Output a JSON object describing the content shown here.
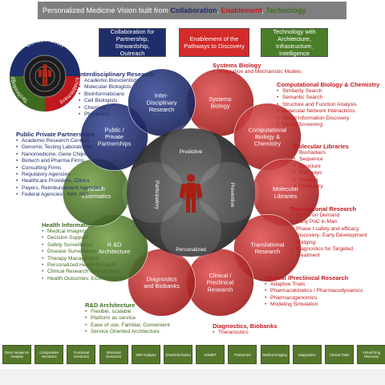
{
  "title": {
    "prefix": "Personalized Medicine Vision built from",
    "w1": "Collaboration",
    "w2": "Enablement",
    "w3": "Technology",
    "sep1": ", ",
    "sep2": ", "
  },
  "top_boxes": [
    {
      "text": "Collaboration for\nPartnership, Stewardship,\nOutreach",
      "color": "#1f2d6b"
    },
    {
      "text": "Enablement of the\nPathways to Discovery",
      "color": "#d42a2a"
    },
    {
      "text": "Technology with\nArchitecture, Infrastructure,\nIntelligence",
      "color": "#4a7d2a"
    }
  ],
  "logo": {
    "ring_words": [
      "Collaboration",
      "Technology",
      "Enablement"
    ]
  },
  "center": {
    "labels": [
      "Predictive",
      "Preventive",
      "Personalized",
      "Participatory"
    ]
  },
  "circles": [
    {
      "label": "Systems\nBiology",
      "color": "#c92a2a"
    },
    {
      "label": "Computational\nBiology &\nChemistry",
      "color": "#c92a2a"
    },
    {
      "label": "Molecular\nLibraries",
      "color": "#c92a2a"
    },
    {
      "label": "Translational\nResearch",
      "color": "#c92a2a"
    },
    {
      "label": "Clinical /\nPreclinical\nResearch",
      "color": "#c92a2a"
    },
    {
      "label": "Diagnostics\nand Biobanks",
      "color": "#c92a2a"
    },
    {
      "label": "R &D\nArchitecture",
      "color": "#4f7a2a"
    },
    {
      "label": "Health\nInformatics",
      "color": "#4f7a2a"
    },
    {
      "label": "Public /\nPrivate\nPartnerships",
      "color": "#22306e"
    },
    {
      "label": "Inter-\nDisciplinary\nResearch",
      "color": "#22306e"
    }
  ],
  "lists": {
    "interdisciplinary": {
      "title": "Interdisciplinary Research",
      "items": [
        "Academic Bioscientists",
        "Molecular Biologists",
        "Bioinformaticians",
        "Cell Biologists",
        "Chemists",
        "Physicians"
      ]
    },
    "ppp": {
      "title": "Public Private Partnerships",
      "items": [
        "Academic Research Centers",
        "Genomic Testing Laboratories",
        "Nanomedicine, Gene Chips",
        "Biotech and Pharma Firms",
        "Consulting Firms",
        "Regulatory Agencies",
        "Healthcare Providers, Clinics",
        "Payers, Reimbursement Agencies",
        "Federal Agencies - NIH, NCI"
      ]
    },
    "health_informatics": {
      "title": "Health Informatics",
      "items": [
        "Medical Imaging",
        "Decision Support",
        "Safety Surveillance",
        "Disease Surveillance",
        "Therapy Management",
        "Personalized Health Records",
        "Clinical Research Optimization",
        "Health Outcomes, Econometrics"
      ]
    },
    "rd_architecture": {
      "title": "R&D Architecture",
      "items": [
        "Flexible, scalable",
        "Platform as service",
        "Ease of use, Familiar, Convenient",
        "Service Oriented Architecture"
      ]
    },
    "systems_biology": {
      "title": "Systems Biology",
      "items": [
        "Integration and Mechanistic Models"
      ]
    },
    "comp_bio": {
      "title": "Computational Biology & Chemistry",
      "items": [
        "Similarity Search",
        "Semantic Search",
        "Structure and Function Analysis",
        "Molecular Network Interactions",
        "Visual Information Discovery",
        "Virtual Screening"
      ]
    },
    "mol_lib": {
      "title": "Molecular Libraries",
      "items": [
        "Biomarkers",
        "Sequence",
        "Structure",
        "Pathways",
        "Imaging",
        "Chemistry"
      ]
    },
    "translational": {
      "title": "Translational Research",
      "items": [
        "TGEN on Demand",
        "Early PoC in Man",
        "Phase I safety and efficacy",
        "Discovery- Early Development",
        "Bridging",
        "Diagnostics for Targeted",
        "Treatment"
      ]
    },
    "clinical": {
      "title": "Clinical /Preclinical Research",
      "items": [
        "Adaptive Trials",
        "Pharmacokinetics / Pharmacodynamics",
        "Pharmacogenomics",
        "Modeling Simulation"
      ]
    },
    "diagnostics": {
      "title": "Diagnostics, Biobanks",
      "items": [
        "Theranostics"
      ]
    }
  },
  "tiles": [
    "Gene Sequence Analysis",
    "Comparative Genomics",
    "Functional Genomics",
    "Structural Genomics",
    "SNP Analysis",
    "Cheminformatics",
    "ADME/T",
    "Proteomics",
    "Medical Imaging",
    "Diagnostics",
    "Clinical Trials",
    "Virtual Drug Discovery"
  ]
}
